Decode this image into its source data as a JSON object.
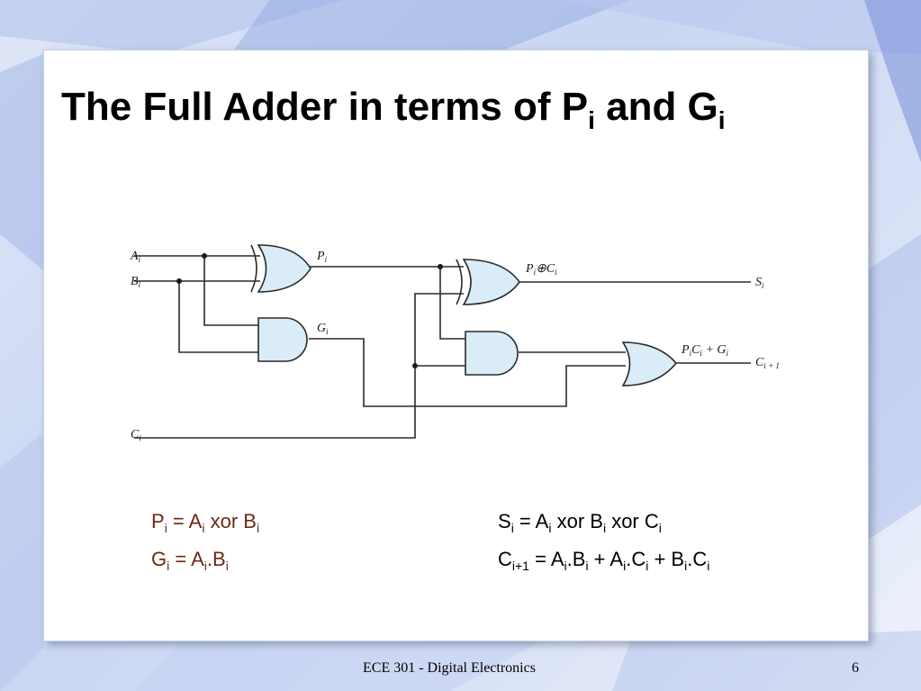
{
  "slide": {
    "title": {
      "main": "The Full Adder in terms of P",
      "sub1": "i",
      "mid": " and G",
      "sub2": "i"
    },
    "circuit_labels": {
      "a": "A",
      "a_sub": "i",
      "b": "B",
      "b_sub": "i",
      "c": "C",
      "c_sub": "i",
      "p": "P",
      "p_sub": "i",
      "g": "G",
      "g_sub": "i",
      "pxc_p": "P",
      "pxc_p_sub": "i",
      "pxc_op": "⊕",
      "pxc_c": "C",
      "pxc_c_sub": "i",
      "s": "S",
      "s_sub": "i",
      "pc_g": "P",
      "pc_g_sub1": "i",
      "pc_g_c": "C",
      "pc_g_sub2": "i",
      "pc_g_plus": " + G",
      "pc_g_sub3": "i",
      "cout": "C",
      "cout_sub": "i + 1"
    },
    "equations": {
      "p_eq": {
        "lhs": "P",
        "lhs_sub": "i",
        "eq": " = A",
        "a_sub": "i",
        "rest": " xor B",
        "b_sub": "i"
      },
      "g_eq": {
        "lhs": "G",
        "lhs_sub": "i",
        "eq": " = A",
        "a_sub": "i",
        "dot": ".B",
        "b_sub": "i"
      },
      "s_eq": {
        "lhs": "S",
        "lhs_sub": "i",
        "eq": " = A",
        "a_sub": "i",
        "x1": " xor B",
        "b_sub": "i",
        "x2": " xor C",
        "c_sub": "i"
      },
      "c_eq": {
        "lhs": "C",
        "lhs_sub": "i+1",
        "eq": " = A",
        "a1_sub": "i",
        "t1": ".B",
        "b1_sub": "i",
        "plus1": " + A",
        "a2_sub": "i",
        "t2": ".C",
        "c1_sub": "i",
        "plus2": " + B",
        "b2_sub": "i",
        "t3": ".C",
        "c2_sub": "i"
      }
    },
    "footer": {
      "course": "ECE 301 - Digital Electronics",
      "page_number": "6"
    },
    "colors": {
      "gate_fill": "#d9ecf7",
      "gate_stroke": "#2a2a2a",
      "wire": "#2a2a2a",
      "equation_left": "#6b2a14",
      "equation_right": "#000000"
    }
  }
}
